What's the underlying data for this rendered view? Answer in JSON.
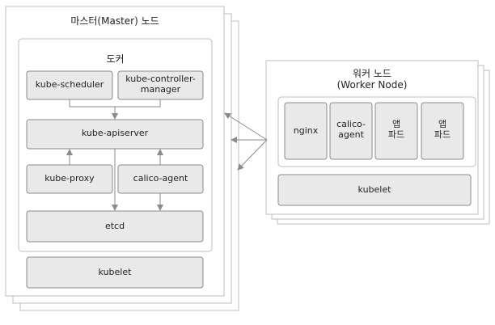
{
  "master": {
    "title": "마스터(Master) 노드",
    "docker_title": "도커",
    "scheduler": "kube-scheduler",
    "controller_manager": [
      "kube-controller-",
      "manager"
    ],
    "apiserver": "kube-apiserver",
    "proxy": "kube-proxy",
    "calico_agent": "calico-agent",
    "etcd": "etcd",
    "kubelet": "kubelet"
  },
  "worker": {
    "title": [
      "워커 노드",
      "(Worker Node)"
    ],
    "pods": [
      {
        "lines": [
          "nginx"
        ]
      },
      {
        "lines": [
          "calico-",
          "agent"
        ]
      },
      {
        "lines": [
          "앱",
          "파드"
        ]
      },
      {
        "lines": [
          "앱",
          "파드"
        ]
      }
    ],
    "kubelet": "kubelet"
  },
  "colors": {
    "frame": "#bdbdbd",
    "component_fill": "#e9e9e9",
    "component_stroke": "#8a8a8a",
    "arrow": "#8a8a8a",
    "text": "#222222"
  }
}
